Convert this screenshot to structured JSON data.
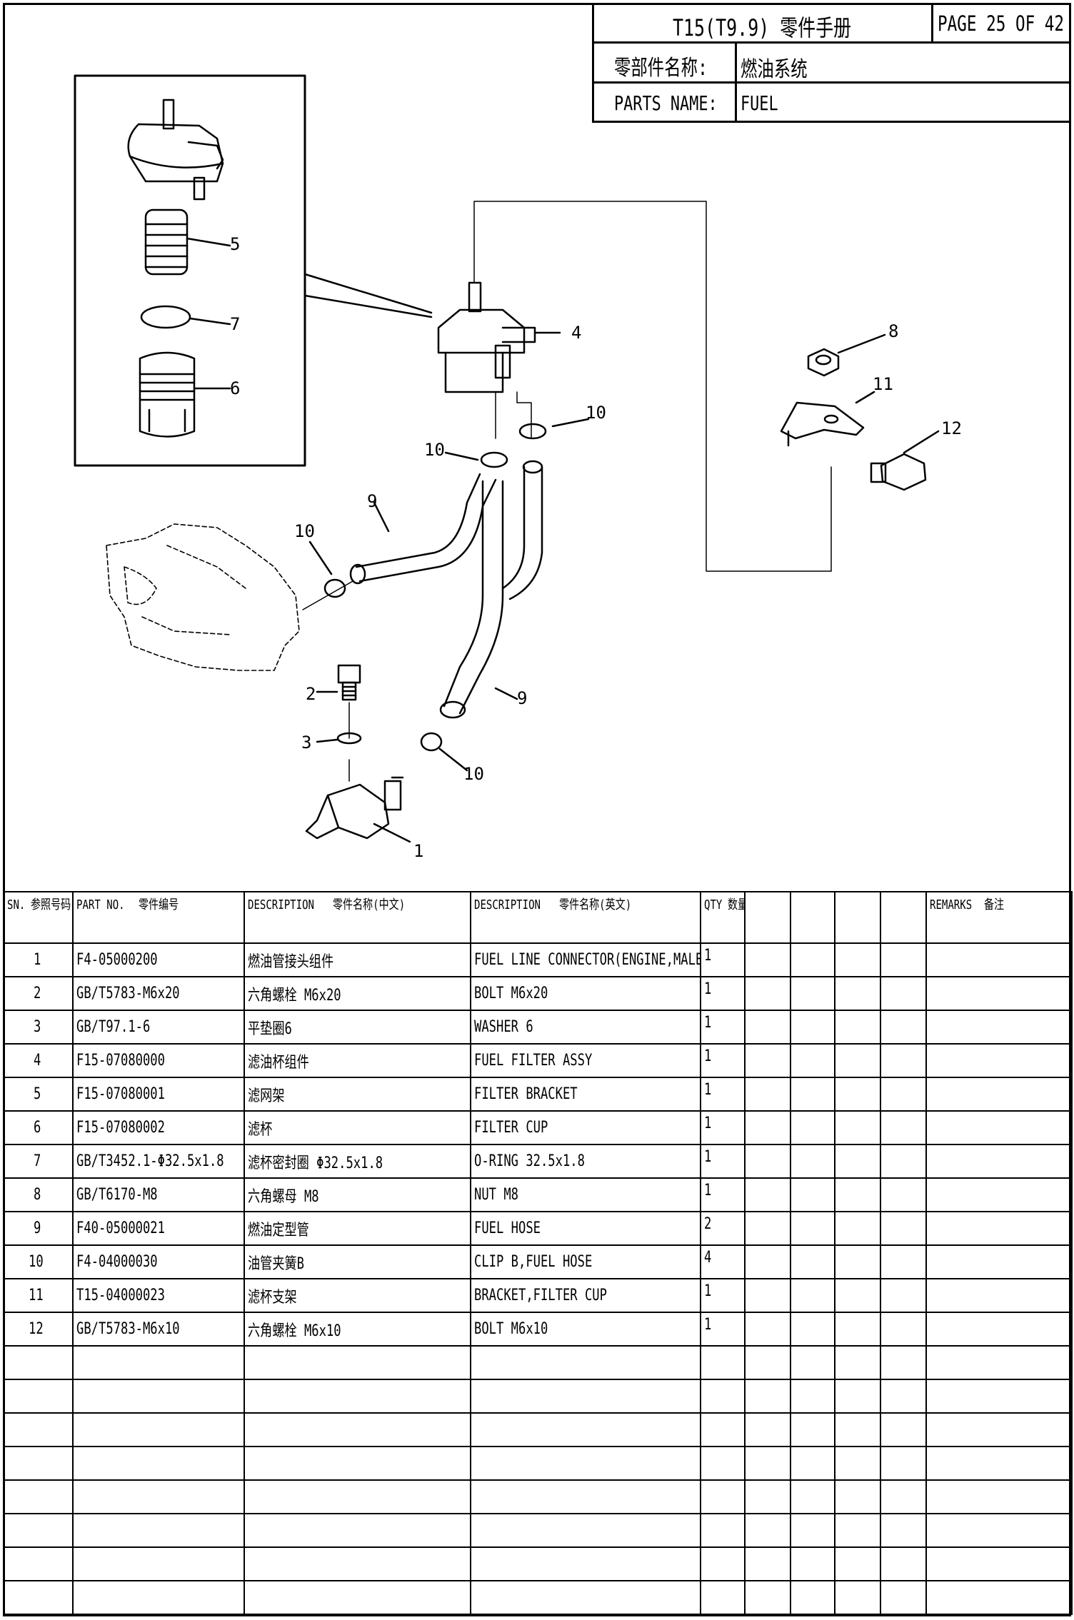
{
  "title_block": {
    "title": "T15(T9.9) 零件手册",
    "page": "PAGE 25 OF 42",
    "part_name_label_cn": "零部件名称:",
    "part_name_cn": "燃油系统",
    "part_name_label_en": "PARTS NAME:",
    "part_name_en": "FUEL"
  },
  "callouts": [
    "1",
    "2",
    "3",
    "4",
    "5",
    "6",
    "7",
    "8",
    "9",
    "9",
    "10",
    "10",
    "10",
    "10",
    "11",
    "12"
  ],
  "table": {
    "headers": [
      {
        "en": "SN.",
        "cn": "参照号码"
      },
      {
        "en": "PART NO.",
        "cn": "零件编号"
      },
      {
        "en": "DESCRIPTION",
        "cn": "零件名称(中文)"
      },
      {
        "en": "DESCRIPTION",
        "cn": "零件名称(英文)"
      },
      {
        "en": "QTY",
        "cn": "数量"
      },
      {
        "en": "",
        "cn": ""
      },
      {
        "en": "",
        "cn": ""
      },
      {
        "en": "",
        "cn": ""
      },
      {
        "en": "",
        "cn": ""
      },
      {
        "en": "REMARKS",
        "cn": "备注"
      }
    ],
    "rows": [
      {
        "sn": "1",
        "part_no": "F4-05000200",
        "desc_cn": "燃油管接头组件",
        "desc_en": "FUEL LINE CONNECTOR(ENGINE,MALE)",
        "qty": "1"
      },
      {
        "sn": "2",
        "part_no": "GB/T5783-M6x20",
        "desc_cn": "六角螺栓 M6x20",
        "desc_en": "BOLT M6x20",
        "qty": "1"
      },
      {
        "sn": "3",
        "part_no": "GB/T97.1-6",
        "desc_cn": "平垫圈6",
        "desc_en": "WASHER 6",
        "qty": "1"
      },
      {
        "sn": "4",
        "part_no": "F15-07080000",
        "desc_cn": "滤油杯组件",
        "desc_en": "FUEL FILTER ASSY",
        "qty": "1"
      },
      {
        "sn": "5",
        "part_no": "F15-07080001",
        "desc_cn": "滤网架",
        "desc_en": "FILTER BRACKET",
        "qty": "1"
      },
      {
        "sn": "6",
        "part_no": "F15-07080002",
        "desc_cn": "滤杯",
        "desc_en": "FILTER CUP",
        "qty": "1"
      },
      {
        "sn": "7",
        "part_no": "GB/T3452.1-Φ32.5x1.8",
        "desc_cn": "滤杯密封圈 Φ32.5x1.8",
        "desc_en": "O-RING 32.5x1.8",
        "qty": "1"
      },
      {
        "sn": "8",
        "part_no": "GB/T6170-M8",
        "desc_cn": "六角螺母 M8",
        "desc_en": "NUT M8",
        "qty": "1"
      },
      {
        "sn": "9",
        "part_no": "F40-05000021",
        "desc_cn": "燃油定型管",
        "desc_en": "FUEL HOSE",
        "qty": "2"
      },
      {
        "sn": "10",
        "part_no": "F4-04000030",
        "desc_cn": "油管夹簧B",
        "desc_en": "CLIP B,FUEL HOSE",
        "qty": "4"
      },
      {
        "sn": "11",
        "part_no": "T15-04000023",
        "desc_cn": "滤杯支架",
        "desc_en": "BRACKET,FILTER CUP",
        "qty": "1"
      },
      {
        "sn": "12",
        "part_no": "GB/T5783-M6x10",
        "desc_cn": "六角螺栓 M6x10",
        "desc_en": "BOLT M6x10",
        "qty": "1"
      },
      {
        "sn": "",
        "part_no": "",
        "desc_cn": "",
        "desc_en": "",
        "qty": ""
      },
      {
        "sn": "",
        "part_no": "",
        "desc_cn": "",
        "desc_en": "",
        "qty": ""
      },
      {
        "sn": "",
        "part_no": "",
        "desc_cn": "",
        "desc_en": "",
        "qty": ""
      },
      {
        "sn": "",
        "part_no": "",
        "desc_cn": "",
        "desc_en": "",
        "qty": ""
      },
      {
        "sn": "",
        "part_no": "",
        "desc_cn": "",
        "desc_en": "",
        "qty": ""
      },
      {
        "sn": "",
        "part_no": "",
        "desc_cn": "",
        "desc_en": "",
        "qty": ""
      },
      {
        "sn": "",
        "part_no": "",
        "desc_cn": "",
        "desc_en": "",
        "qty": ""
      },
      {
        "sn": "",
        "part_no": "",
        "desc_cn": "",
        "desc_en": "",
        "qty": ""
      }
    ]
  }
}
